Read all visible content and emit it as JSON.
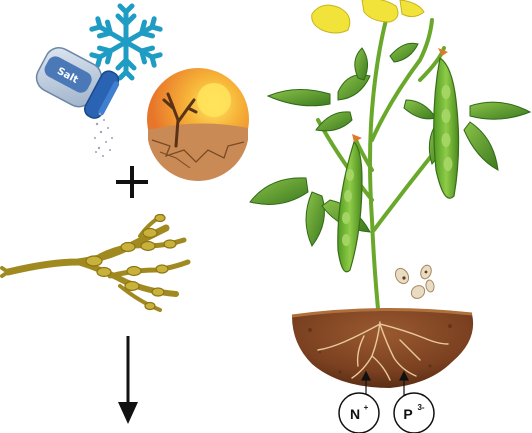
{
  "salt_shaker": {
    "label": "Salt",
    "icon": "salt-shaker-icon"
  },
  "cold_stress": {
    "icon": "snowflake-icon",
    "color": "#1e9cc4"
  },
  "drought_stress": {
    "icon": "drought-sun-icon",
    "colors": {
      "sky": "#f4a12a",
      "sun": "#ffd84a",
      "ground": "#c98a56"
    }
  },
  "operator_plus": {
    "icon": "plus-icon"
  },
  "seaweed": {
    "icon": "seaweed-extract-icon",
    "color": "#9c8a1e"
  },
  "arrow_down": {
    "icon": "arrow-down-icon"
  },
  "plant": {
    "icon": "pea-plant-icon",
    "leaf_color": "#5a9a2a",
    "pod_color": "#7dbb3a",
    "flower_color": "#f1e33a"
  },
  "seeds": {
    "icon": "bean-seeds-icon"
  },
  "soil": {
    "icon": "soil-roots-icon",
    "color": "#8a4a22"
  },
  "nutrients": [
    {
      "symbol": "N",
      "charge": "+"
    },
    {
      "symbol": "P",
      "charge": "3-"
    }
  ]
}
